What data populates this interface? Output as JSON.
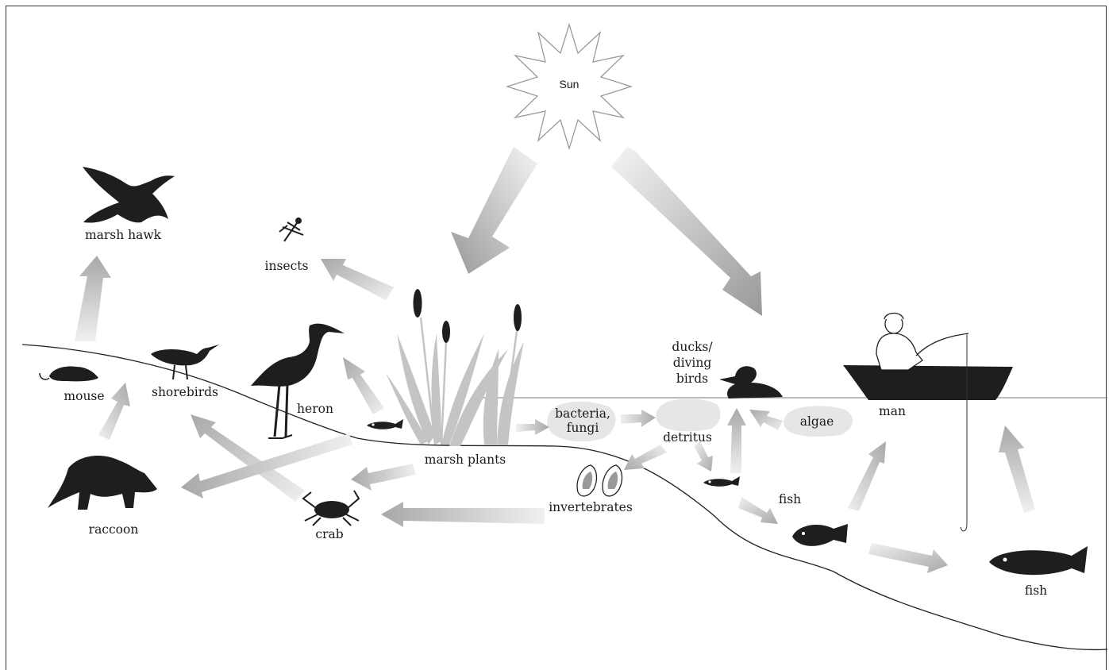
{
  "labels": {
    "sun": "Sun",
    "marsh_hawk": "marsh hawk",
    "insects": "insects",
    "mouse": "mouse",
    "shorebirds": "shorebirds",
    "heron": "heron",
    "raccoon": "raccoon",
    "crab": "crab",
    "marsh_plants": "marsh plants",
    "bacteria_line1": "bacteria,",
    "bacteria_line2": "fungi",
    "detritus": "detritus",
    "invertebrates": "invertebrates",
    "ducks_line1": "ducks/",
    "ducks_line2": "diving",
    "ducks_line3": "birds",
    "algae": "algae",
    "man": "man",
    "fish_small": "fish",
    "fish_large": "fish"
  },
  "colors": {
    "silhouette": "#1e1e1e",
    "arrow_light": "#eeeeee",
    "arrow_dark": "#a8a8a8",
    "plants": "#c4c4c4",
    "blob": "#e6e6e6",
    "line": "#222222"
  },
  "icons": [
    "sun-icon",
    "marsh-hawk-icon",
    "dragonfly-icon",
    "mouse-icon",
    "shorebird-icon",
    "heron-icon",
    "raccoon-icon",
    "crab-icon",
    "cattail-icon",
    "duck-icon",
    "fisherman-icon",
    "boat-icon",
    "fish-icon",
    "clam-icon"
  ]
}
